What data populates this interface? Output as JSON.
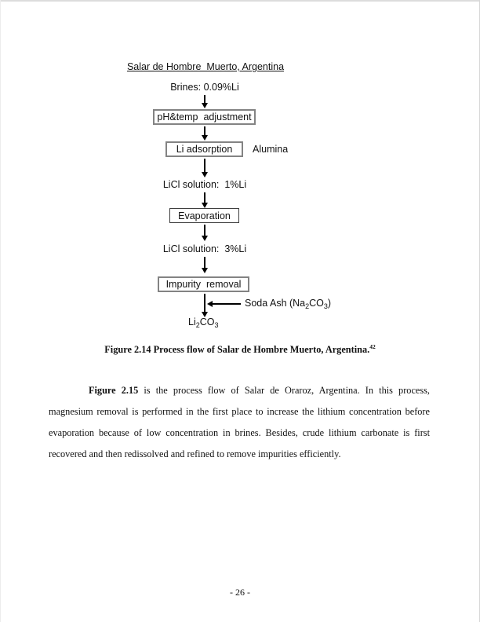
{
  "diagram": {
    "title": "Salar de Hombre  Muerto, Argentina",
    "brines_label": "Brines: 0.09%Li",
    "ph_temp_box": "pH&temp  adjustment",
    "li_adsorption_box": "Li adsorption",
    "alumina_label": "Alumina",
    "licl_1_label": "LiCl solution:  1%Li",
    "evaporation_box": "Evaporation",
    "licl_3_label": "LiCl solution:  3%Li",
    "impurity_box": "Impurity  removal",
    "soda_ash": {
      "p1": "Soda Ash (Na",
      "sub1": "2",
      "p2": "CO",
      "sub2": "3",
      "p3": ")"
    },
    "product": {
      "p1": "Li",
      "sub1": "2",
      "p2": "CO",
      "sub2": "3"
    }
  },
  "caption": {
    "text": "Figure 2.14 Process flow of Salar de Hombre Muerto, Argentina.",
    "ref": "42"
  },
  "paragraph": {
    "lead": "Figure 2.15",
    "rest": " is the process flow of Salar de Oraroz, Argentina. In this process, magnesium removal is performed in the first place to increase the lithium concentration before evaporation because of low concentration in brines. Besides, crude lithium carbonate is first recovered and then redissolved and refined to remove impurities efficiently."
  },
  "footer": {
    "page_number": "- 26 -"
  }
}
